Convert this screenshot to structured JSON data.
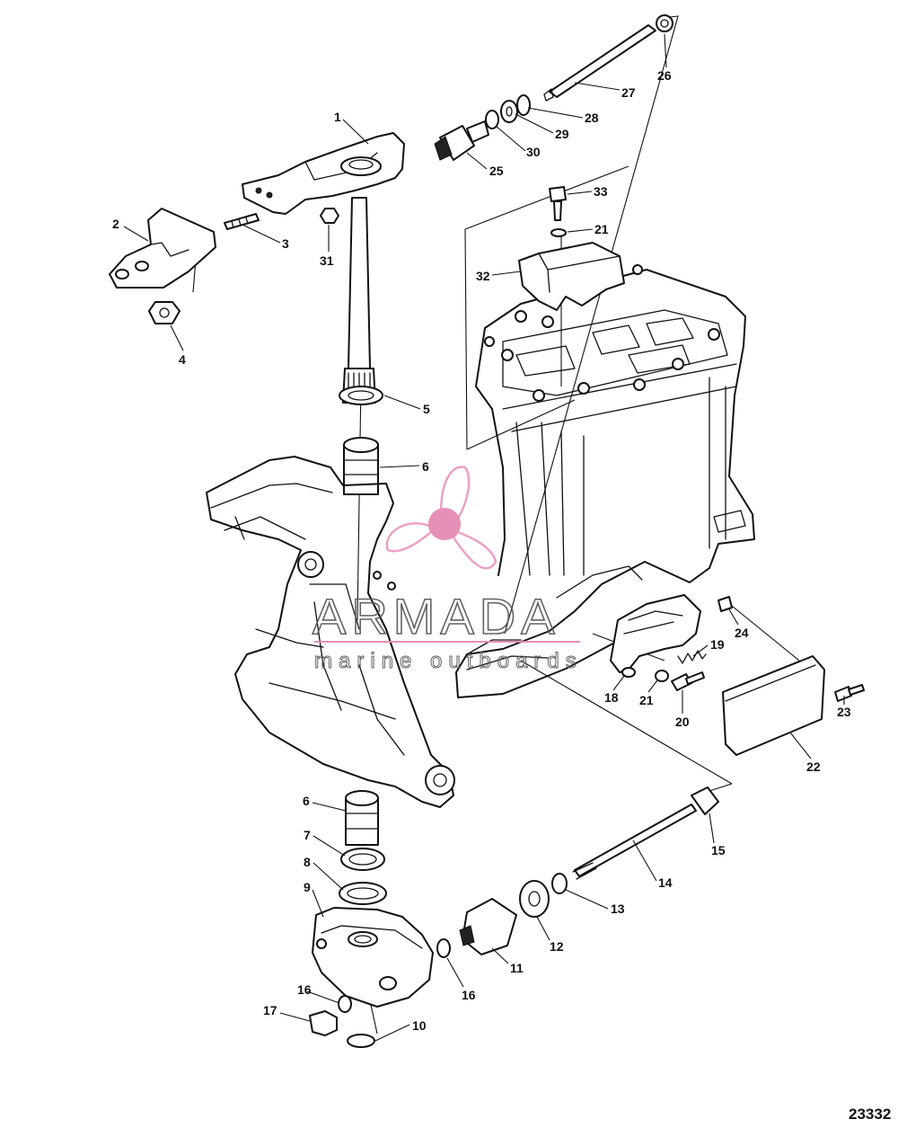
{
  "figure_number": "23332",
  "watermark": {
    "brand": "ARMADA",
    "tagline": "marine outboards",
    "accent_color": "#e58ab4",
    "ring_color": "#ec9cc2"
  },
  "callouts": [
    {
      "id": "c1",
      "text": "1"
    },
    {
      "id": "c2",
      "text": "2"
    },
    {
      "id": "c3",
      "text": "3"
    },
    {
      "id": "c4",
      "text": "4"
    },
    {
      "id": "c5",
      "text": "5"
    },
    {
      "id": "c6a",
      "text": "6"
    },
    {
      "id": "c6b",
      "text": "6"
    },
    {
      "id": "c7",
      "text": "7"
    },
    {
      "id": "c8",
      "text": "8"
    },
    {
      "id": "c9",
      "text": "9"
    },
    {
      "id": "c10",
      "text": "10"
    },
    {
      "id": "c11",
      "text": "11"
    },
    {
      "id": "c12",
      "text": "12"
    },
    {
      "id": "c13",
      "text": "13"
    },
    {
      "id": "c14",
      "text": "14"
    },
    {
      "id": "c15",
      "text": "15"
    },
    {
      "id": "c16a",
      "text": "16"
    },
    {
      "id": "c16b",
      "text": "16"
    },
    {
      "id": "c17",
      "text": "17"
    },
    {
      "id": "c18",
      "text": "18"
    },
    {
      "id": "c19",
      "text": "19"
    },
    {
      "id": "c20",
      "text": "20"
    },
    {
      "id": "c21a",
      "text": "21"
    },
    {
      "id": "c21b",
      "text": "21"
    },
    {
      "id": "c22",
      "text": "22"
    },
    {
      "id": "c23",
      "text": "23"
    },
    {
      "id": "c24",
      "text": "24"
    },
    {
      "id": "c25",
      "text": "25"
    },
    {
      "id": "c26",
      "text": "26"
    },
    {
      "id": "c27",
      "text": "27"
    },
    {
      "id": "c28",
      "text": "28"
    },
    {
      "id": "c29",
      "text": "29"
    },
    {
      "id": "c30",
      "text": "30"
    },
    {
      "id": "c31",
      "text": "31"
    },
    {
      "id": "c32",
      "text": "32"
    },
    {
      "id": "c33",
      "text": "33"
    }
  ]
}
